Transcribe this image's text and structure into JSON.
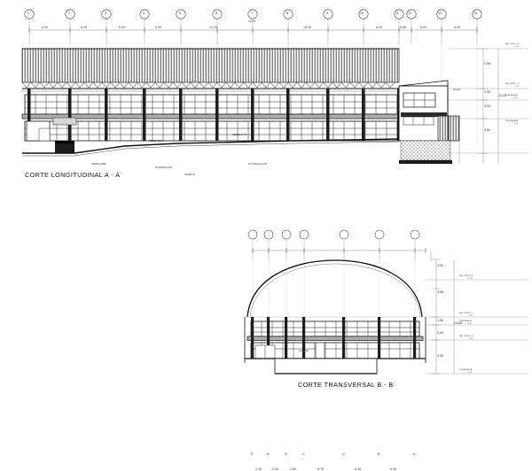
{
  "drawing": {
    "sheet_background": "#ffffff",
    "line_color": "#1a1a1a"
  },
  "longitudinal": {
    "title": "CORTE LONGITUDINAL A - A´",
    "overall_length": "72.80",
    "grid_labels": [
      "1",
      "2",
      "3",
      "4",
      "5",
      "6",
      "7",
      "8",
      "9",
      "10",
      "11",
      "12",
      "13",
      "14"
    ],
    "bay_dimensions": [
      "6.00",
      "6.00",
      "6.00",
      "6.00",
      "12.00",
      "18.00",
      "6.00",
      "0.80",
      "6.00",
      "6.00"
    ],
    "slope_labels": [
      "PEND 18%",
      "PEND 2.7%"
    ],
    "base_coordinates": [
      "40625+1088",
      "30.81829+793",
      "51.04320+1278",
      "3038670"
    ],
    "vertical_dimensions": [
      "4.98",
      "1.50",
      "3.00",
      "3.50"
    ],
    "overall_height": "13.00",
    "levels": [
      {
        "name": "ARQ. NIVEL +8",
        "elev": "+21.00"
      },
      {
        "name": "ARQ. NIVEL +5",
        "elev": "+8.00"
      },
      {
        "name": "PLANTA ALTA",
        "elev": "+6.50"
      },
      {
        "name": "PLANTA BAJA",
        "elev": "+0.00"
      }
    ],
    "door_label": "SALIDA"
  },
  "transversal": {
    "title": "CORTE TRANSVERSAL B - B´",
    "grid_labels": [
      "E",
      "D",
      "D´",
      "C",
      "C´",
      "B",
      "A"
    ],
    "bay_dimensions": [
      "3.30",
      "3.00",
      "2.80",
      "5.75",
      "6.30",
      "6.30"
    ],
    "vertical_dimensions": [
      "3.00",
      "3.88",
      "1.50",
      "3.00",
      "3.50"
    ],
    "overall_height": "14.88",
    "levels": [
      {
        "name": "ARQ. NIVEL +8",
        "elev": "+21.00"
      },
      {
        "name": "ARQ. NIVEL +5",
        "elev": "+8.00"
      },
      {
        "name": "PLANTA ALTA",
        "elev": "+6.50"
      },
      {
        "name": "ARQ. NIVEL +3",
        "elev": "+3.50"
      },
      {
        "name": "PLANTA BAJA",
        "elev": "+0.00"
      }
    ],
    "interior_label": "ALMACEN"
  }
}
